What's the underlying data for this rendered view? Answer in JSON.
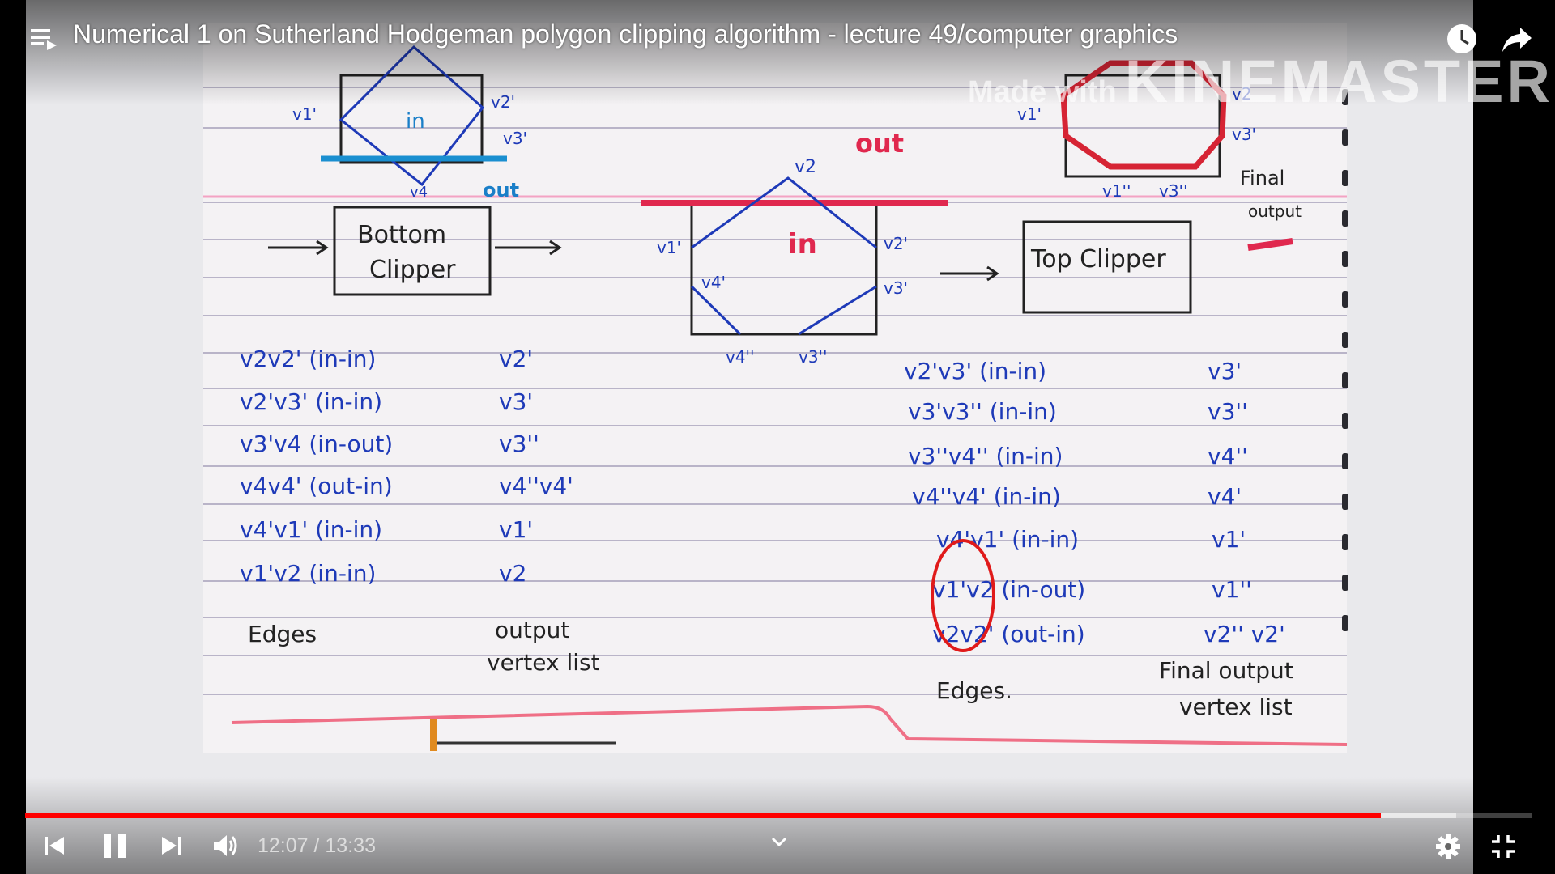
{
  "player": {
    "title": "Numerical 1 on Sutherland Hodgeman polygon clipping algorithm - lecture 49/computer graphics",
    "watermark_small": "Made with",
    "watermark_big": "KINEMASTER",
    "time_current": "12:07",
    "time_separator": " / ",
    "time_total": "13:33",
    "progress_played": 0.9,
    "progress_buffered": 0.95,
    "accent_color": "#ff0000",
    "icons": [
      "playlist-icon",
      "watch-later-icon",
      "share-icon",
      "previous-icon",
      "pause-icon",
      "next-icon",
      "volume-icon",
      "chevron-down-icon",
      "settings-icon",
      "exit-fullscreen-icon"
    ]
  },
  "notes": {
    "left_diagram": {
      "in": "in",
      "out": "out",
      "v1": "v1'",
      "v2": "v2'",
      "v3": "v3'",
      "v4": "v4"
    },
    "bottom_clipper": {
      "line1": "Bottom",
      "line2": "Clipper"
    },
    "middle_diagram": {
      "in": "in",
      "out": "out",
      "v2": "v2",
      "v1": "v1'",
      "v2p": "v2'",
      "v3p": "v3'",
      "v4p": "v4'",
      "v4pp": "v4''",
      "v3pp": "v3''"
    },
    "top_clipper": "Top Clipper",
    "right_diagram": {
      "v1": "v1'",
      "v2": "v2",
      "v3": "v3'",
      "vb1": "v1''",
      "vb2": "v3''",
      "final": "Final",
      "output": "output"
    },
    "left_table": {
      "edges": [
        "v2v2' (in-in)",
        "v2'v3' (in-in)",
        "v3'v4 (in-out)",
        "v4v4' (out-in)",
        "v4'v1' (in-in)",
        "v1'v2 (in-in)"
      ],
      "outputs": [
        "v2'",
        "v3'",
        "v3''",
        "v4''v4'",
        "v1'",
        "v2"
      ],
      "edges_label": "Edges",
      "output_label_1": "output",
      "output_label_2": "vertex list"
    },
    "right_table": {
      "edges": [
        "v2'v3' (in-in)",
        "v3'v3'' (in-in)",
        "v3''v4'' (in-in)",
        "v4''v4' (in-in)",
        "v4'v1' (in-in)",
        "v1'v2 (in-out)",
        "v2v2' (out-in)"
      ],
      "outputs": [
        "v3'",
        "v3''",
        "v4''",
        "v4'",
        "v1'",
        "v1''",
        "v2'' v2'"
      ],
      "edges_label": "Edges.",
      "final_label_1": "Final output",
      "final_label_2": "vertex list"
    }
  }
}
